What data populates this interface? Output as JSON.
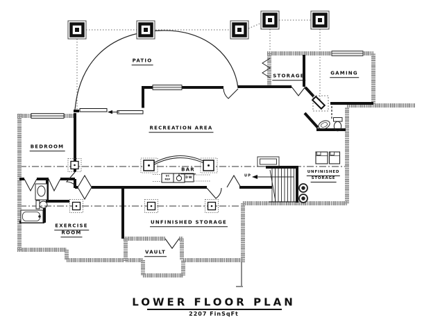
{
  "document": {
    "title": "LOWER FLOOR PLAN",
    "subtitle": "2207 FinSqFt"
  },
  "rooms": {
    "patio": "PATIO",
    "storage": "STORAGE",
    "gaming": "GAMING",
    "recreation_area": "RECREATION AREA",
    "bedroom": "BEDROOM",
    "bar": "BAR",
    "unfinished_storage_right_line1": "UNFINISHED",
    "unfinished_storage_right_line2": "STORAGE",
    "exercise_room_line1": "EXERCISE",
    "exercise_room_line2": "ROOM",
    "unfinished_storage_bottom": "UNFINISHED STORAGE",
    "vault": "VAULT"
  },
  "annotations": {
    "stairs_direction": "UP",
    "bar_appliance_uc_line1": "UC",
    "bar_appliance_uc_line2": "REF",
    "bar_appliance_dw": "DW"
  },
  "colors": {
    "interior_wall": "#111111",
    "exterior_wall": "#8c8c8c",
    "background": "#ffffff"
  }
}
